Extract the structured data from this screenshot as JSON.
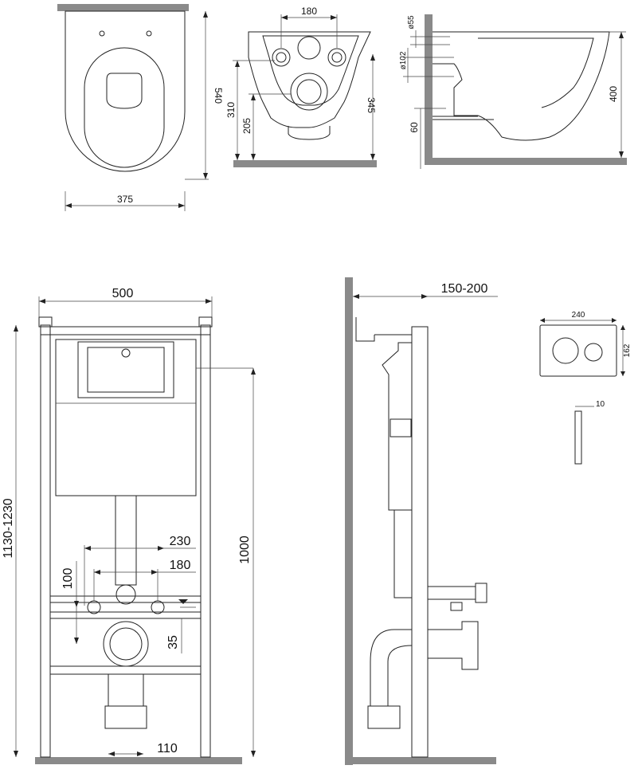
{
  "dimensions": {
    "bowl_length": "540",
    "bowl_width": "375",
    "rear_spacing": "180",
    "rear_mount_height": "310",
    "rear_outlet_height": "205",
    "rear_total_height": "345",
    "side_d55": "ø55",
    "side_d102": "ø102",
    "side_outlet": "60",
    "side_height": "400",
    "frame_width": "500",
    "frame_height": "1130-1230",
    "frame_outlet_height": "1000",
    "stud_spacing_outer": "230",
    "stud_spacing_inner": "180",
    "stud_offset": "100",
    "outlet_offset": "35",
    "foot_width": "110",
    "wall_depth": "150-200",
    "plate_width": "240",
    "plate_height": "162",
    "plate_depth": "10"
  },
  "colors": {
    "line": "#222222",
    "wall": "#8a8a8a",
    "frame_fill": "#ffffff"
  }
}
